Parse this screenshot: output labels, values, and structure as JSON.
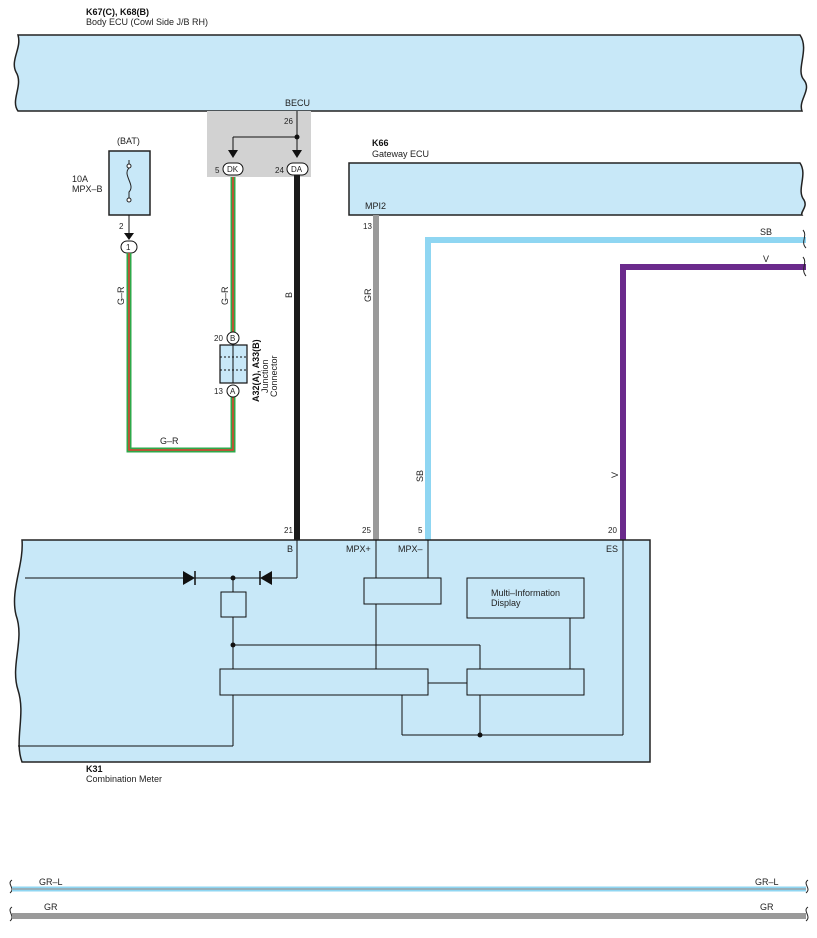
{
  "body_ecu": {
    "code": "K67(C), K68(B)",
    "name": "Body ECU (Cowl Side J/B RH)",
    "module_label": "BECU",
    "pin_26": "26"
  },
  "dk_pin": {
    "pin": "5",
    "label": "DK"
  },
  "da_pin": {
    "pin": "24",
    "label": "DA"
  },
  "fuse": {
    "source": "(BAT)",
    "rating": "10A",
    "name": "MPX–B",
    "pin": "2",
    "connector": "1"
  },
  "gateway": {
    "code": "K66",
    "name": "Gateway ECU",
    "terminal": "MPI2"
  },
  "junction": {
    "code": "A32(A), A33(B)",
    "name1": "Junction",
    "name2": "Connector",
    "pin_b": "20",
    "pin_a": "13",
    "conn_b": "B",
    "conn_a": "A"
  },
  "wires": {
    "g_r_left": "G–R",
    "g_r_mid": "G–R",
    "g_r_bottom": "G–R",
    "b": "B",
    "gr": "GR",
    "sb": "SB",
    "v": "V",
    "sb_right": "SB",
    "v_right": "V",
    "pin_13": "13"
  },
  "meter": {
    "code": "K31",
    "name": "Combination Meter",
    "pins": {
      "b": "21",
      "mpx_plus": "25",
      "mpx_minus": "5",
      "es": "20"
    },
    "terms": {
      "b": "B",
      "mpx_plus": "MPX+",
      "mpx_minus": "MPX–",
      "es": "ES"
    },
    "mid_line1": "Multi–Information",
    "mid_line2": "Display"
  },
  "legend": {
    "grl_left": "GR–L",
    "grl_right": "GR–L",
    "gr_left": "GR",
    "gr_right": "GR"
  },
  "colors": {
    "box_fill": "#c8e8f8",
    "sb": "#8fd6f2",
    "v": "#6b2a8c",
    "gr": "#9a9a9a",
    "b": "#1a1a1a",
    "green": "#2ea84a",
    "red": "#e63a2e"
  }
}
